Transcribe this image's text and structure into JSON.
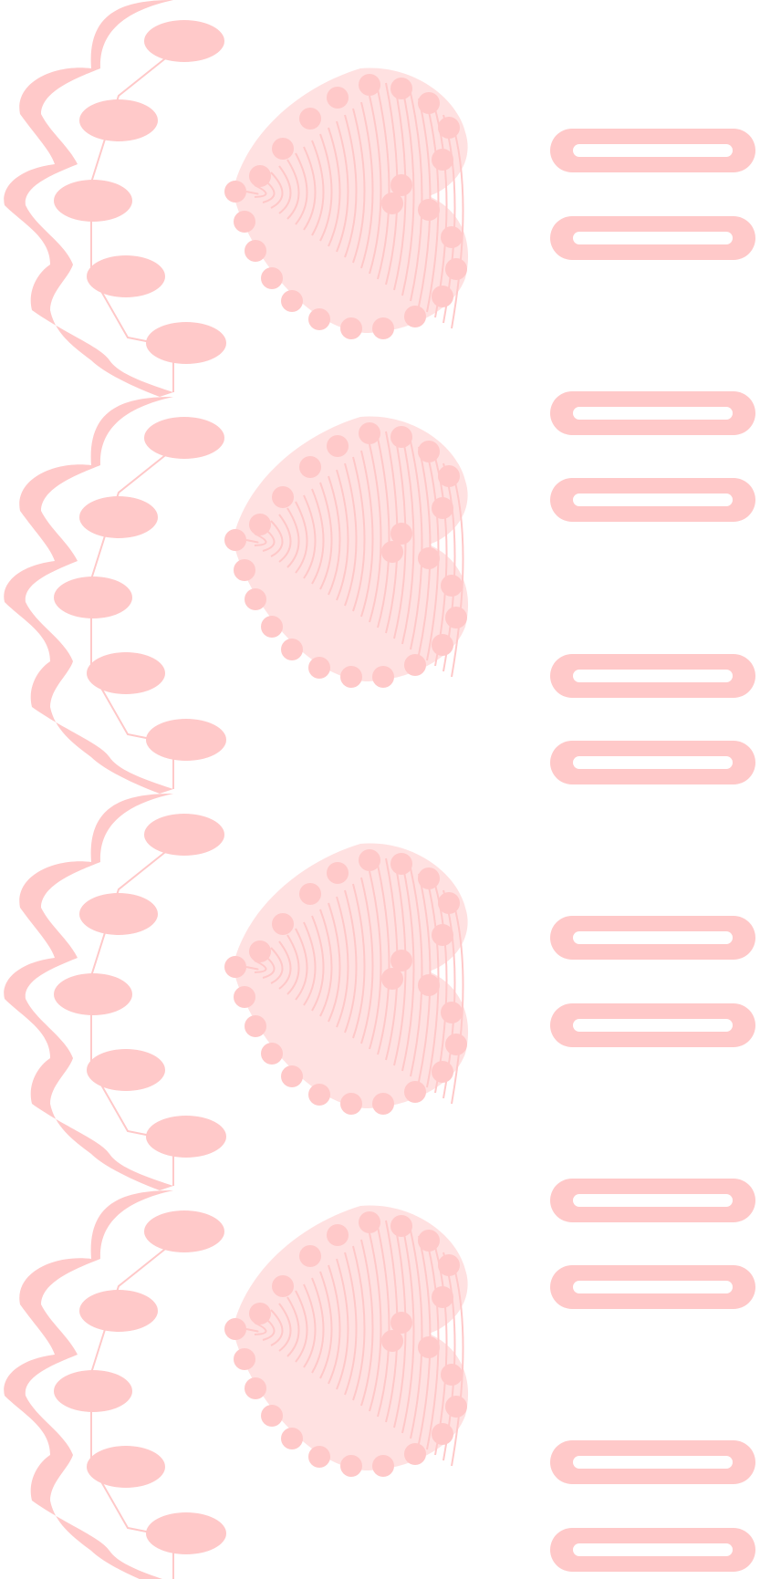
{
  "pattern": {
    "color": "#ffc9c9",
    "background": "#ffffff",
    "motifs": [
      {
        "name": "scallop-chain",
        "icon": "scallop-chain-icon",
        "repeats": 4
      },
      {
        "name": "heart",
        "icon": "heart-icon",
        "repeats": 4
      },
      {
        "name": "bar-pair",
        "icon": "rounded-bar-icon",
        "repeats": 6
      }
    ]
  }
}
